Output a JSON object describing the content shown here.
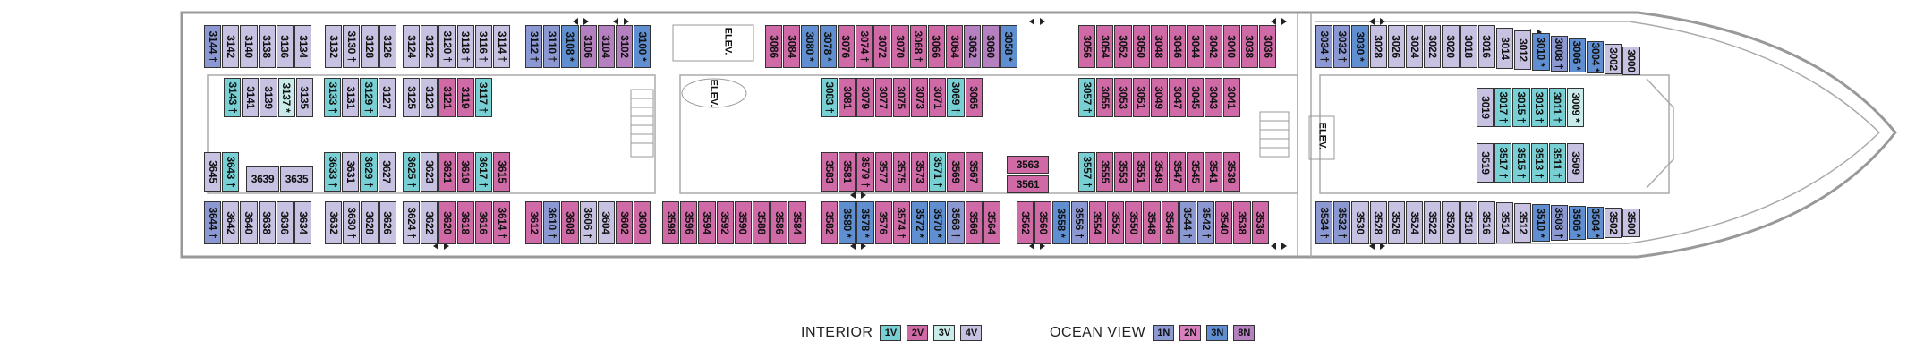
{
  "map": {
    "elevator_label": "ELEV.",
    "colors": {
      "1V": "#78d0d4",
      "2V": "#cf6aa6",
      "3V": "#c9ecea",
      "4V": "#c7c2e2",
      "1N": "#8b98d2",
      "2N": "#d880bd",
      "3N": "#5f8fd0",
      "8N": "#b580bf"
    }
  },
  "cabins": [
    {
      "n": "3144 †",
      "c": "1N"
    },
    {
      "n": "3142",
      "c": "4V"
    },
    {
      "n": "3140",
      "c": "4V"
    },
    {
      "n": "3138",
      "c": "4V"
    },
    {
      "n": "3136",
      "c": "4V"
    },
    {
      "n": "3134",
      "c": "4V"
    },
    {
      "n": "3132",
      "c": "4V"
    },
    {
      "n": "3130 †",
      "c": "4V"
    },
    {
      "n": "3128",
      "c": "4V"
    },
    {
      "n": "3126",
      "c": "4V"
    },
    {
      "n": "3124",
      "c": "4V"
    },
    {
      "n": "3122",
      "c": "4V"
    },
    {
      "n": "3120 †",
      "c": "4V"
    },
    {
      "n": "3118 †",
      "c": "4V"
    },
    {
      "n": "3116 †",
      "c": "4V"
    },
    {
      "n": "3114 †",
      "c": "4V"
    },
    {
      "n": "3112 †",
      "c": "1N"
    },
    {
      "n": "3110 †",
      "c": "1N"
    },
    {
      "n": "3108 *",
      "c": "3N"
    },
    {
      "n": "3106",
      "c": "8N"
    },
    {
      "n": "3104",
      "c": "8N"
    },
    {
      "n": "3102",
      "c": "8N"
    },
    {
      "n": "3100 *",
      "c": "3N"
    },
    {
      "n": "3086",
      "c": "2V"
    },
    {
      "n": "3084",
      "c": "2V"
    },
    {
      "n": "3080 *",
      "c": "3N"
    },
    {
      "n": "3078 *",
      "c": "3N"
    },
    {
      "n": "3076",
      "c": "2V"
    },
    {
      "n": "3074 †",
      "c": "2V"
    },
    {
      "n": "3072",
      "c": "2V"
    },
    {
      "n": "3070",
      "c": "2V"
    },
    {
      "n": "3068 †",
      "c": "2V"
    },
    {
      "n": "3066",
      "c": "2V"
    },
    {
      "n": "3064",
      "c": "2V"
    },
    {
      "n": "3062",
      "c": "8N"
    },
    {
      "n": "3060",
      "c": "8N"
    },
    {
      "n": "3058 *",
      "c": "3N"
    },
    {
      "n": "3056",
      "c": "2V"
    },
    {
      "n": "3054",
      "c": "2V"
    },
    {
      "n": "3052",
      "c": "2V"
    },
    {
      "n": "3050",
      "c": "2V"
    },
    {
      "n": "3048",
      "c": "2V"
    },
    {
      "n": "3046",
      "c": "2V"
    },
    {
      "n": "3044",
      "c": "2V"
    },
    {
      "n": "3042",
      "c": "2V"
    },
    {
      "n": "3040",
      "c": "2V"
    },
    {
      "n": "3038",
      "c": "2V"
    },
    {
      "n": "3036",
      "c": "2V"
    },
    {
      "n": "3034 †",
      "c": "1N"
    },
    {
      "n": "3032 †",
      "c": "1N"
    },
    {
      "n": "3030 *",
      "c": "3N"
    },
    {
      "n": "3028",
      "c": "4V"
    },
    {
      "n": "3026",
      "c": "4V"
    },
    {
      "n": "3024",
      "c": "4V"
    },
    {
      "n": "3022",
      "c": "4V"
    },
    {
      "n": "3020",
      "c": "4V"
    },
    {
      "n": "3018",
      "c": "4V"
    },
    {
      "n": "3016",
      "c": "4V"
    },
    {
      "n": "3014",
      "c": "4V"
    },
    {
      "n": "3012",
      "c": "4V"
    },
    {
      "n": "3010 *",
      "c": "3N"
    },
    {
      "n": "3008 †",
      "c": "1N"
    },
    {
      "n": "3006 *",
      "c": "3N"
    },
    {
      "n": "3004 *",
      "c": "3N"
    },
    {
      "n": "3002",
      "c": "4V"
    },
    {
      "n": "3000",
      "c": "4V"
    },
    {
      "n": "3143 †",
      "c": "1V"
    },
    {
      "n": "3141",
      "c": "4V"
    },
    {
      "n": "3139",
      "c": "4V"
    },
    {
      "n": "3137 *",
      "c": "3V"
    },
    {
      "n": "3135",
      "c": "4V"
    },
    {
      "n": "3133 †",
      "c": "1V"
    },
    {
      "n": "3131",
      "c": "4V"
    },
    {
      "n": "3129 †",
      "c": "1V"
    },
    {
      "n": "3127",
      "c": "4V"
    },
    {
      "n": "3125",
      "c": "4V"
    },
    {
      "n": "3123",
      "c": "4V"
    },
    {
      "n": "3121",
      "c": "2V"
    },
    {
      "n": "3119",
      "c": "2V"
    },
    {
      "n": "3117 †",
      "c": "1V"
    },
    {
      "n": "3083 †",
      "c": "1V"
    },
    {
      "n": "3081",
      "c": "2V"
    },
    {
      "n": "3079",
      "c": "2V"
    },
    {
      "n": "3077",
      "c": "2V"
    },
    {
      "n": "3075",
      "c": "2V"
    },
    {
      "n": "3073",
      "c": "2V"
    },
    {
      "n": "3071",
      "c": "2V"
    },
    {
      "n": "3069 †",
      "c": "1V"
    },
    {
      "n": "3065",
      "c": "2V"
    },
    {
      "n": "3057 †",
      "c": "1V"
    },
    {
      "n": "3055",
      "c": "2V"
    },
    {
      "n": "3053",
      "c": "2V"
    },
    {
      "n": "3051",
      "c": "2V"
    },
    {
      "n": "3049",
      "c": "2V"
    },
    {
      "n": "3047",
      "c": "2V"
    },
    {
      "n": "3045",
      "c": "2V"
    },
    {
      "n": "3043",
      "c": "2V"
    },
    {
      "n": "3041",
      "c": "2V"
    },
    {
      "n": "3019",
      "c": "4V"
    },
    {
      "n": "3017 †",
      "c": "1V"
    },
    {
      "n": "3015 †",
      "c": "1V"
    },
    {
      "n": "3013 †",
      "c": "1V"
    },
    {
      "n": "3011 †",
      "c": "1V"
    },
    {
      "n": "3009 *",
      "c": "3V"
    },
    {
      "n": "3645",
      "c": "4V"
    },
    {
      "n": "3643 †",
      "c": "1V"
    },
    {
      "n": "3639",
      "c": "4V"
    },
    {
      "n": "3635",
      "c": "4V"
    },
    {
      "n": "3633 †",
      "c": "1V"
    },
    {
      "n": "3631",
      "c": "4V"
    },
    {
      "n": "3629 †",
      "c": "1V"
    },
    {
      "n": "3627",
      "c": "4V"
    },
    {
      "n": "3625 †",
      "c": "1V"
    },
    {
      "n": "3623",
      "c": "4V"
    },
    {
      "n": "3621",
      "c": "2V"
    },
    {
      "n": "3619",
      "c": "2V"
    },
    {
      "n": "3617 †",
      "c": "1V"
    },
    {
      "n": "3615",
      "c": "2V"
    },
    {
      "n": "3583",
      "c": "2V"
    },
    {
      "n": "3581",
      "c": "2V"
    },
    {
      "n": "3579 †",
      "c": "2V"
    },
    {
      "n": "3577",
      "c": "2V"
    },
    {
      "n": "3575",
      "c": "2V"
    },
    {
      "n": "3573",
      "c": "2V"
    },
    {
      "n": "3571 †",
      "c": "1V"
    },
    {
      "n": "3569",
      "c": "2V"
    },
    {
      "n": "3567",
      "c": "2V"
    },
    {
      "n": "3563",
      "c": "2V"
    },
    {
      "n": "3561",
      "c": "2V"
    },
    {
      "n": "3557 †",
      "c": "1V"
    },
    {
      "n": "3555",
      "c": "2V"
    },
    {
      "n": "3553",
      "c": "2V"
    },
    {
      "n": "3551",
      "c": "2V"
    },
    {
      "n": "3549",
      "c": "2V"
    },
    {
      "n": "3547",
      "c": "2V"
    },
    {
      "n": "3545",
      "c": "2V"
    },
    {
      "n": "3541",
      "c": "2V"
    },
    {
      "n": "3539",
      "c": "2V"
    },
    {
      "n": "3519",
      "c": "4V"
    },
    {
      "n": "3517 †",
      "c": "1V"
    },
    {
      "n": "3515 †",
      "c": "1V"
    },
    {
      "n": "3513 †",
      "c": "1V"
    },
    {
      "n": "3511 †",
      "c": "1V"
    },
    {
      "n": "3509",
      "c": "4V"
    },
    {
      "n": "3644 †",
      "c": "1N"
    },
    {
      "n": "3642",
      "c": "4V"
    },
    {
      "n": "3640",
      "c": "4V"
    },
    {
      "n": "3638",
      "c": "4V"
    },
    {
      "n": "3636",
      "c": "4V"
    },
    {
      "n": "3634",
      "c": "4V"
    },
    {
      "n": "3632",
      "c": "4V"
    },
    {
      "n": "3630 †",
      "c": "4V"
    },
    {
      "n": "3628",
      "c": "4V"
    },
    {
      "n": "3626",
      "c": "4V"
    },
    {
      "n": "3624 †",
      "c": "4V"
    },
    {
      "n": "3622",
      "c": "4V"
    },
    {
      "n": "3620",
      "c": "2V"
    },
    {
      "n": "3618",
      "c": "2V"
    },
    {
      "n": "3616",
      "c": "2V"
    },
    {
      "n": "3614 †",
      "c": "2V"
    },
    {
      "n": "3612",
      "c": "2V"
    },
    {
      "n": "3610 †",
      "c": "1N"
    },
    {
      "n": "3608",
      "c": "2V"
    },
    {
      "n": "3606 †",
      "c": "4V"
    },
    {
      "n": "3604",
      "c": "4V"
    },
    {
      "n": "3602",
      "c": "2V"
    },
    {
      "n": "3600",
      "c": "2V"
    },
    {
      "n": "3598",
      "c": "2V"
    },
    {
      "n": "3596",
      "c": "2V"
    },
    {
      "n": "3594",
      "c": "2V"
    },
    {
      "n": "3592",
      "c": "2V"
    },
    {
      "n": "3590",
      "c": "2V"
    },
    {
      "n": "3588",
      "c": "2V"
    },
    {
      "n": "3586",
      "c": "2V"
    },
    {
      "n": "3584",
      "c": "2V"
    },
    {
      "n": "3582",
      "c": "2V"
    },
    {
      "n": "3580 *",
      "c": "3N"
    },
    {
      "n": "3578 *",
      "c": "3N"
    },
    {
      "n": "3576",
      "c": "2V"
    },
    {
      "n": "3574 †",
      "c": "2V"
    },
    {
      "n": "3572 *",
      "c": "3N"
    },
    {
      "n": "3570 *",
      "c": "3N"
    },
    {
      "n": "3568 †",
      "c": "1N"
    },
    {
      "n": "3566",
      "c": "2V"
    },
    {
      "n": "3564",
      "c": "2V"
    },
    {
      "n": "3562",
      "c": "2V"
    },
    {
      "n": "3560",
      "c": "2V"
    },
    {
      "n": "3558 *",
      "c": "3N"
    },
    {
      "n": "3556 †",
      "c": "1N"
    },
    {
      "n": "3554",
      "c": "2V"
    },
    {
      "n": "3552",
      "c": "2V"
    },
    {
      "n": "3550",
      "c": "2V"
    },
    {
      "n": "3548",
      "c": "2V"
    },
    {
      "n": "3546",
      "c": "2V"
    },
    {
      "n": "3544 †",
      "c": "1N"
    },
    {
      "n": "3542 †",
      "c": "1N"
    },
    {
      "n": "3540",
      "c": "2V"
    },
    {
      "n": "3538",
      "c": "2V"
    },
    {
      "n": "3536",
      "c": "2V"
    },
    {
      "n": "3534 †",
      "c": "1N"
    },
    {
      "n": "3532 †",
      "c": "1N"
    },
    {
      "n": "3530",
      "c": "4V"
    },
    {
      "n": "3528",
      "c": "4V"
    },
    {
      "n": "3526",
      "c": "4V"
    },
    {
      "n": "3524",
      "c": "4V"
    },
    {
      "n": "3522",
      "c": "4V"
    },
    {
      "n": "3520",
      "c": "4V"
    },
    {
      "n": "3518",
      "c": "4V"
    },
    {
      "n": "3516",
      "c": "4V"
    },
    {
      "n": "3514",
      "c": "4V"
    },
    {
      "n": "3512",
      "c": "4V"
    },
    {
      "n": "3510 *",
      "c": "3N"
    },
    {
      "n": "3508 †",
      "c": "1N"
    },
    {
      "n": "3506 *",
      "c": "3N"
    },
    {
      "n": "3504 *",
      "c": "3N"
    },
    {
      "n": "3502",
      "c": "4V"
    },
    {
      "n": "3500",
      "c": "4V"
    }
  ],
  "legend": {
    "interior_label": "INTERIOR",
    "ocean_view_label": "OCEAN VIEW",
    "interior": [
      {
        "code": "1V",
        "color": "#78d0d4"
      },
      {
        "code": "2V",
        "color": "#cf6aa6"
      },
      {
        "code": "3V",
        "color": "#c9ecea"
      },
      {
        "code": "4V",
        "color": "#c7c2e2"
      }
    ],
    "ocean": [
      {
        "code": "1N",
        "color": "#8b98d2"
      },
      {
        "code": "2N",
        "color": "#d880bd"
      },
      {
        "code": "3N",
        "color": "#5f8fd0"
      },
      {
        "code": "8N",
        "color": "#b580bf"
      }
    ]
  }
}
